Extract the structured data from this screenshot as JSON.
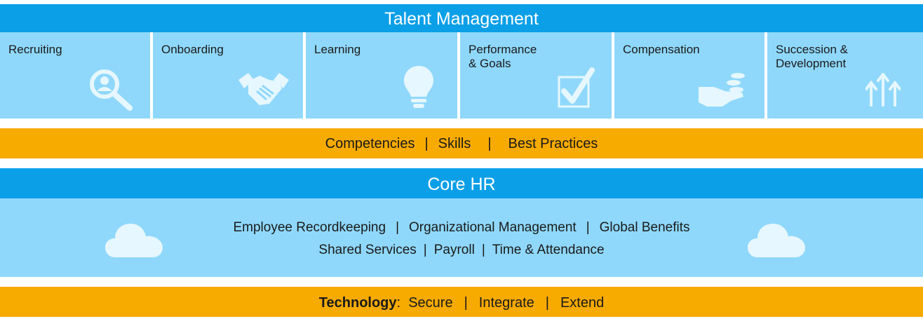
{
  "talent_title": "Talent Management",
  "modules": [
    {
      "label": "Recruiting",
      "icon": "magnifier-person-icon"
    },
    {
      "label": "Onboarding",
      "icon": "handshake-icon"
    },
    {
      "label": "Learning",
      "icon": "lightbulb-icon"
    },
    {
      "label": "Performance\n& Goals",
      "icon": "checkbox-check-icon"
    },
    {
      "label": "Compensation",
      "icon": "hand-coins-icon"
    },
    {
      "label": "Succession &\nDevelopment",
      "icon": "up-arrows-icon"
    }
  ],
  "competencies_bar": {
    "items": [
      "Competencies",
      "Skills",
      "Best Practices"
    ],
    "separator": "|"
  },
  "core_title": "Core HR",
  "core_lines": {
    "line1": [
      "Employee Recordkeeping",
      "Organizational Management",
      "Global Benefits"
    ],
    "line2": [
      "Shared Services",
      "Payroll",
      "Time & Attendance"
    ]
  },
  "technology_bar": {
    "label": "Technology",
    "colon": ":",
    "items": [
      "Secure",
      "Integrate",
      "Extend"
    ]
  },
  "colors": {
    "blue_band": "#0b9fe8",
    "light_blue": "#8fd8fb",
    "orange": "#f7aa00",
    "icon_white": "#e6f7ff"
  }
}
